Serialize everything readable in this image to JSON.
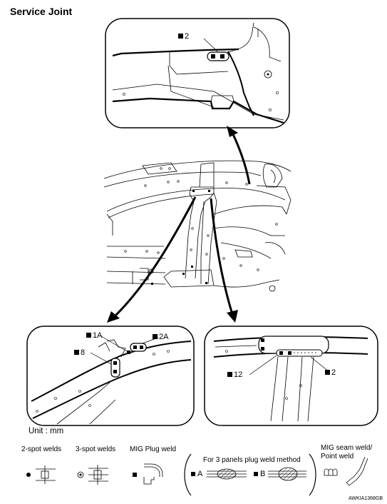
{
  "title": "Service Joint",
  "unit": "Unit : mm",
  "figure_code": "AWKIA1368GB",
  "callouts": {
    "top_detail": "2",
    "left_1a": "1A",
    "left_2a": "2A",
    "left_8": "8",
    "right_12": "12",
    "right_2": "2"
  },
  "legend": {
    "two_spot": "2-spot welds",
    "three_spot": "3-spot welds",
    "mig_plug": "MIG Plug weld",
    "three_panels": "For 3 panels plug weld method",
    "method_a": "A",
    "method_b": "B",
    "mig_seam_line1": "MIG seam weld/",
    "mig_seam_line2": "Point weld"
  }
}
